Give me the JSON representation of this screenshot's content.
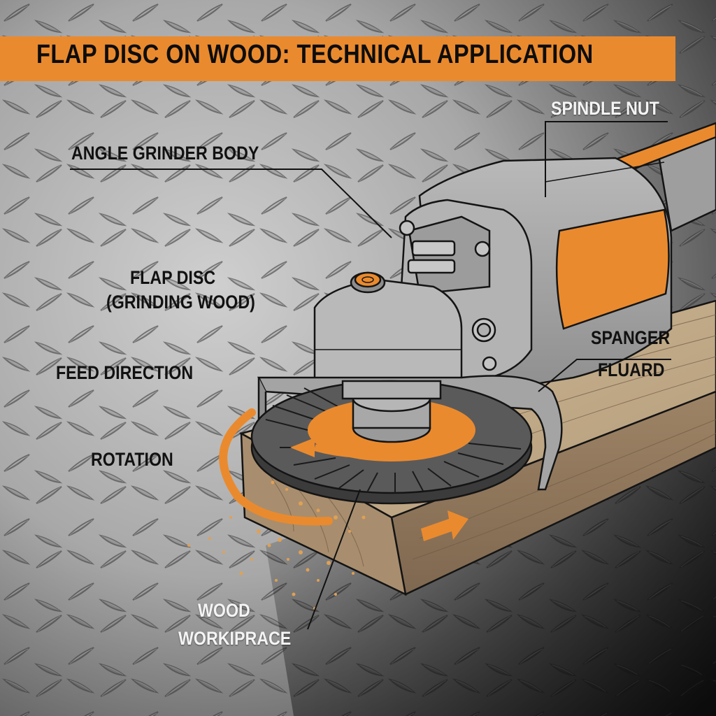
{
  "title": "FLAP DISC ON WOOD: TECHNICAL APPLICATION",
  "labels": {
    "spindle_nut": "SPINDLE NUT",
    "angle_grinder_body": "ANGLE GRINDER BODY",
    "flap_disc_line1": "FLAP DISC",
    "flap_disc_line2": "(GRINDING WOOD)",
    "feed_direction": "FEED DIRECTION",
    "rotation": "ROTATION",
    "guard_line1": "SPANGER",
    "guard_line2": "FLUARD",
    "workpiece_line1": "WOOD",
    "workpiece_line2": "WORKIPRACE"
  },
  "illustration": {
    "subject": "angle grinder with flap disc sanding a wooden board",
    "background": "diamond-plate steel floor",
    "icons": [
      "rotation-arrow-icon",
      "feed-direction-arrow-icon",
      "wood-dust-particles"
    ]
  },
  "colors": {
    "accent_orange": "#ea8a2e",
    "grinder_gray": "#a9a9a9",
    "outline": "#151515",
    "wood_light": "#c2ab8a",
    "wood_dark": "#8a7258",
    "plate_light": "#b8b8b8",
    "plate_dark": "#2a2a2a"
  }
}
